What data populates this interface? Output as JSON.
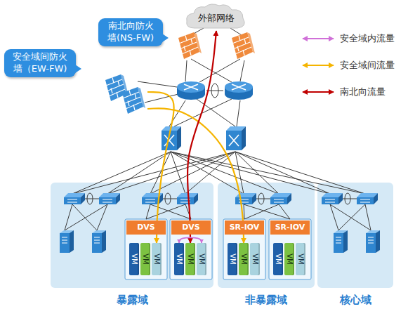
{
  "diagram": {
    "nodes": [
      {
        "text": [
          "外部网络"
        ]
      },
      {
        "text": [
          "南北向防火 墙(NS-FW)"
        ]
      },
      {
        "text": [
          "安全域间防火 墙（EW-FW)"
        ]
      },
      {
        "text": [
          "暴露域"
        ]
      },
      {
        "text": [
          "DVS"
        ],
        "in": 3
      },
      {
        "text": [
          "VM"
        ],
        "in": 4
      },
      {
        "text": [
          "VM"
        ],
        "in": 4
      },
      {
        "text": [
          "VM"
        ],
        "in": 4
      },
      {
        "text": [
          "DVS"
        ],
        "in": 3
      },
      {
        "text": [
          "VM"
        ],
        "in": 8
      },
      {
        "text": [
          "VM"
        ],
        "in": 8
      },
      {
        "text": [
          "VM"
        ],
        "in": 8
      },
      {
        "text": [
          "非暴露域"
        ]
      },
      {
        "text": [
          "SR-IOV"
        ],
        "in": 12
      },
      {
        "text": [
          "VM"
        ],
        "in": 13
      },
      {
        "text": [
          "VM"
        ],
        "in": 13
      },
      {
        "text": [
          "VM"
        ],
        "in": 13
      },
      {
        "text": [
          "SR-IOV"
        ],
        "in": 12
      },
      {
        "text": [
          "VM"
        ],
        "in": 17
      },
      {
        "text": [
          "VM"
        ],
        "in": 17
      },
      {
        "text": [
          "VM"
        ],
        "in": 17
      },
      {
        "text": [
          "核心域"
        ]
      }
    ],
    "edges": [
      {
        "from": 2,
        "to": 7,
        "arrow": "to"
      },
      {
        "from": 2,
        "to": 15,
        "arrow": "to"
      },
      {
        "from": 0,
        "to": 10,
        "arrow": "both"
      },
      {
        "from": 9,
        "to": 11,
        "arrow": "both"
      }
    ],
    "legend": [
      {
        "text": "安全域内流量"
      },
      {
        "text": "安全域间流量"
      },
      {
        "text": "南北向流量"
      }
    ]
  }
}
